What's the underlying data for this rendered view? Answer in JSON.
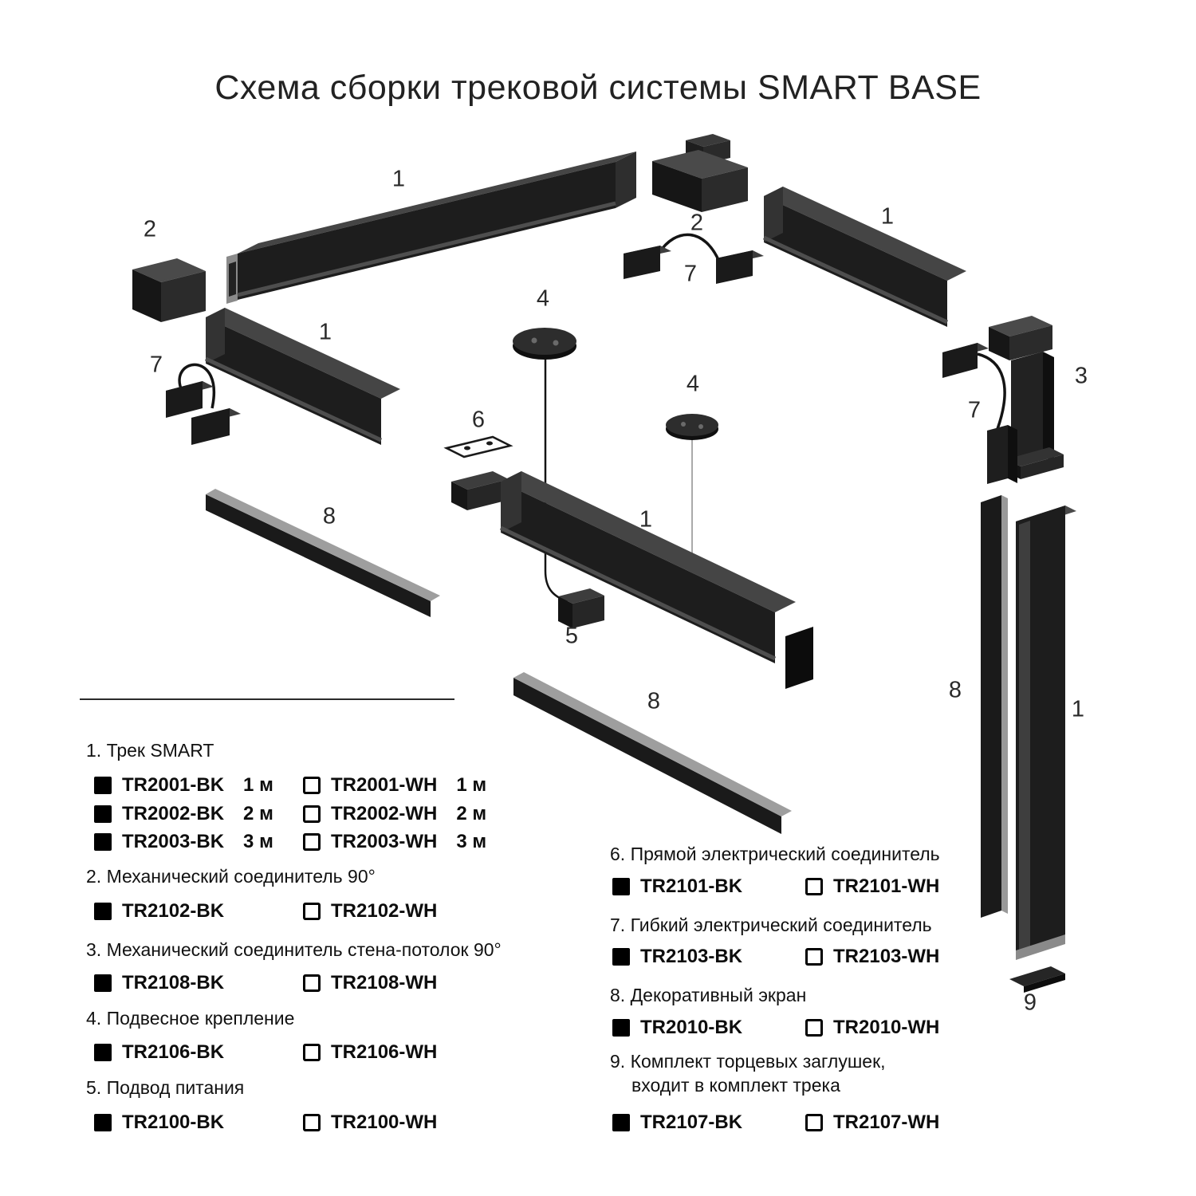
{
  "title": "Схема сборки трековой системы SMART BASE",
  "callouts": [
    "1",
    "2",
    "2",
    "1",
    "7",
    "4",
    "1",
    "7",
    "4",
    "3",
    "7",
    "6",
    "1",
    "8",
    "5",
    "8",
    "8",
    "1",
    "9"
  ],
  "legend": {
    "left": [
      {
        "heading": "1. Трек SMART",
        "rows": [
          {
            "bk_code": "TR2001-BK",
            "bk_len": "1 м",
            "wh_code": "TR2001-WH",
            "wh_len": "1 м"
          },
          {
            "bk_code": "TR2002-BK",
            "bk_len": "2 м",
            "wh_code": "TR2002-WH",
            "wh_len": "2 м"
          },
          {
            "bk_code": "TR2003-BK",
            "bk_len": "3 м",
            "wh_code": "TR2003-WH",
            "wh_len": "3 м"
          }
        ]
      },
      {
        "heading": "2. Механический соединитель 90°",
        "rows": [
          {
            "bk_code": "TR2102-BK",
            "wh_code": "TR2102-WH"
          }
        ]
      },
      {
        "heading": "3. Механический соединитель стена-потолок 90°",
        "rows": [
          {
            "bk_code": "TR2108-BK",
            "wh_code": "TR2108-WH"
          }
        ]
      },
      {
        "heading": "4. Подвесное крепление",
        "rows": [
          {
            "bk_code": "TR2106-BK",
            "wh_code": "TR2106-WH"
          }
        ]
      },
      {
        "heading": "5. Подвод питания",
        "rows": [
          {
            "bk_code": "TR2100-BK",
            "wh_code": "TR2100-WH"
          }
        ]
      }
    ],
    "right": [
      {
        "heading": "6. Прямой электрический соединитель",
        "rows": [
          {
            "bk_code": "TR2101-BK",
            "wh_code": "TR2101-WH"
          }
        ]
      },
      {
        "heading": "7. Гибкий электрический соединитель",
        "rows": [
          {
            "bk_code": "TR2103-BK",
            "wh_code": "TR2103-WH"
          }
        ]
      },
      {
        "heading": "8. Декоративный экран",
        "rows": [
          {
            "bk_code": "TR2010-BK",
            "wh_code": "TR2010-WH"
          }
        ]
      },
      {
        "heading": "9. Комплект торцевых заглушек,",
        "heading_line2": "входит в комплект трека",
        "rows": [
          {
            "bk_code": "TR2107-BK",
            "wh_code": "TR2107-WH"
          }
        ]
      }
    ]
  },
  "colors": {
    "ink": "#1a1a1a",
    "track_front": "#1d1d1d",
    "track_top": "#454545",
    "screen_light": "#9e9e9e"
  }
}
